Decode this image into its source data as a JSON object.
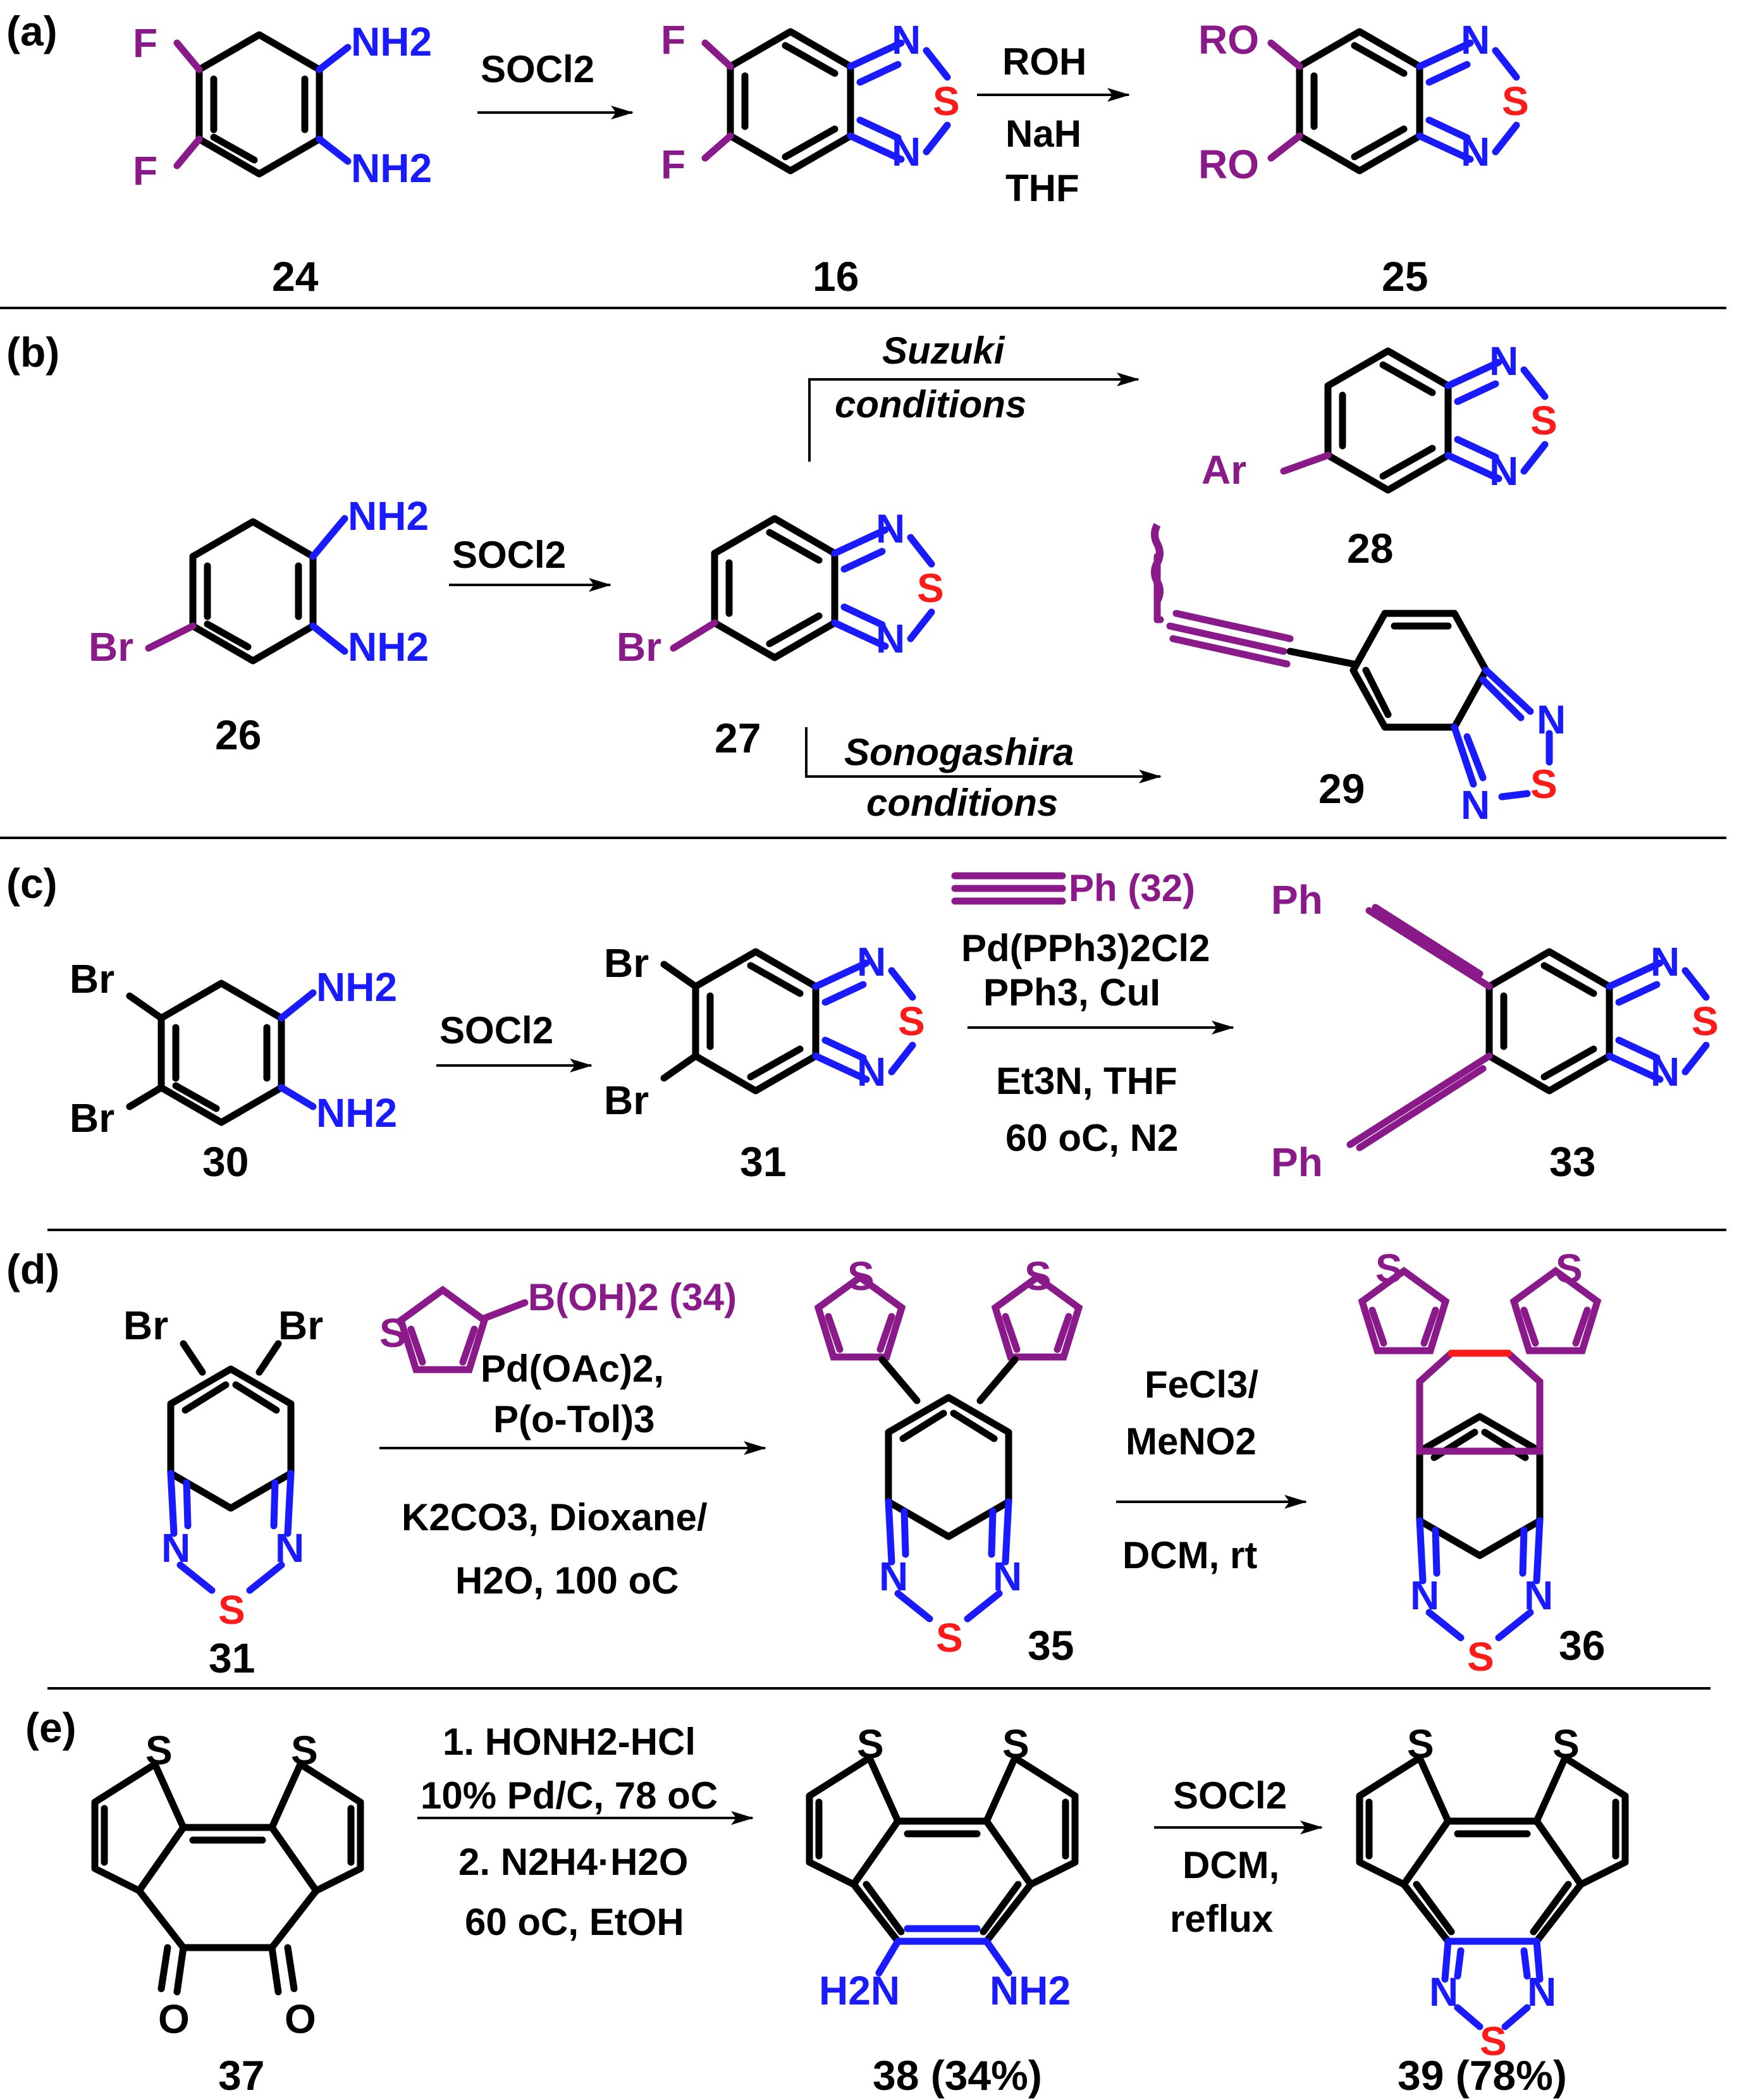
{
  "panels": [
    {
      "tag": "(a)",
      "compounds": [
        "24",
        "16",
        "25"
      ],
      "atoms": {
        "f": "F",
        "nh2": "NH2",
        "n": "N",
        "s": "S",
        "ro": "RO"
      },
      "arrow1": [
        "SOCl2"
      ],
      "arrow2": [
        "ROH",
        "NaH",
        "THF"
      ]
    },
    {
      "tag": "(b)",
      "compounds": [
        "26",
        "27",
        "28",
        "29"
      ],
      "atoms": {
        "br": "Br",
        "ar": "Ar"
      },
      "arrow1": [
        "SOCl2"
      ],
      "suzuki": [
        "Suzuki",
        "conditions"
      ],
      "sonogashira": [
        "Sonogashira",
        "conditions"
      ]
    },
    {
      "tag": "(c)",
      "compounds": [
        "30",
        "31",
        "33"
      ],
      "atoms": {
        "ph": "Ph"
      },
      "arrow1": [
        "SOCl2"
      ],
      "arrow2": [
        "Ph (32)",
        "Pd(PPh3)2Cl2",
        "PPh3, CuI",
        "Et3N, THF",
        "60 oC, N2"
      ]
    },
    {
      "tag": "(d)",
      "compounds": [
        "31",
        "35",
        "36"
      ],
      "arrow1": [
        "B(OH)2 (34)",
        "Pd(OAc)2,",
        "P(o-Tol)3",
        "K2CO3, Dioxane/",
        "H2O, 100 oC"
      ],
      "arrow2": [
        "FeCl3/",
        "MeNO2",
        "DCM, rt"
      ]
    },
    {
      "tag": "(e)",
      "compounds": [
        "37",
        "38 (34%)",
        "39 (78%)"
      ],
      "atoms": {
        "o": "O",
        "h2n": "H2N"
      },
      "arrow1": [
        "1. HONH2-HCl",
        "10% Pd/C, 78 oC",
        "2. N2H4·H2O",
        "60 oC, EtOH"
      ],
      "arrow2": [
        "SOCl2",
        "DCM,",
        "reflux"
      ]
    }
  ],
  "colors": {
    "nitrogen": "#1a1aff",
    "sulfur": "#ff1a1a",
    "substituent": "#8a1a8a",
    "bond": "#000000"
  }
}
